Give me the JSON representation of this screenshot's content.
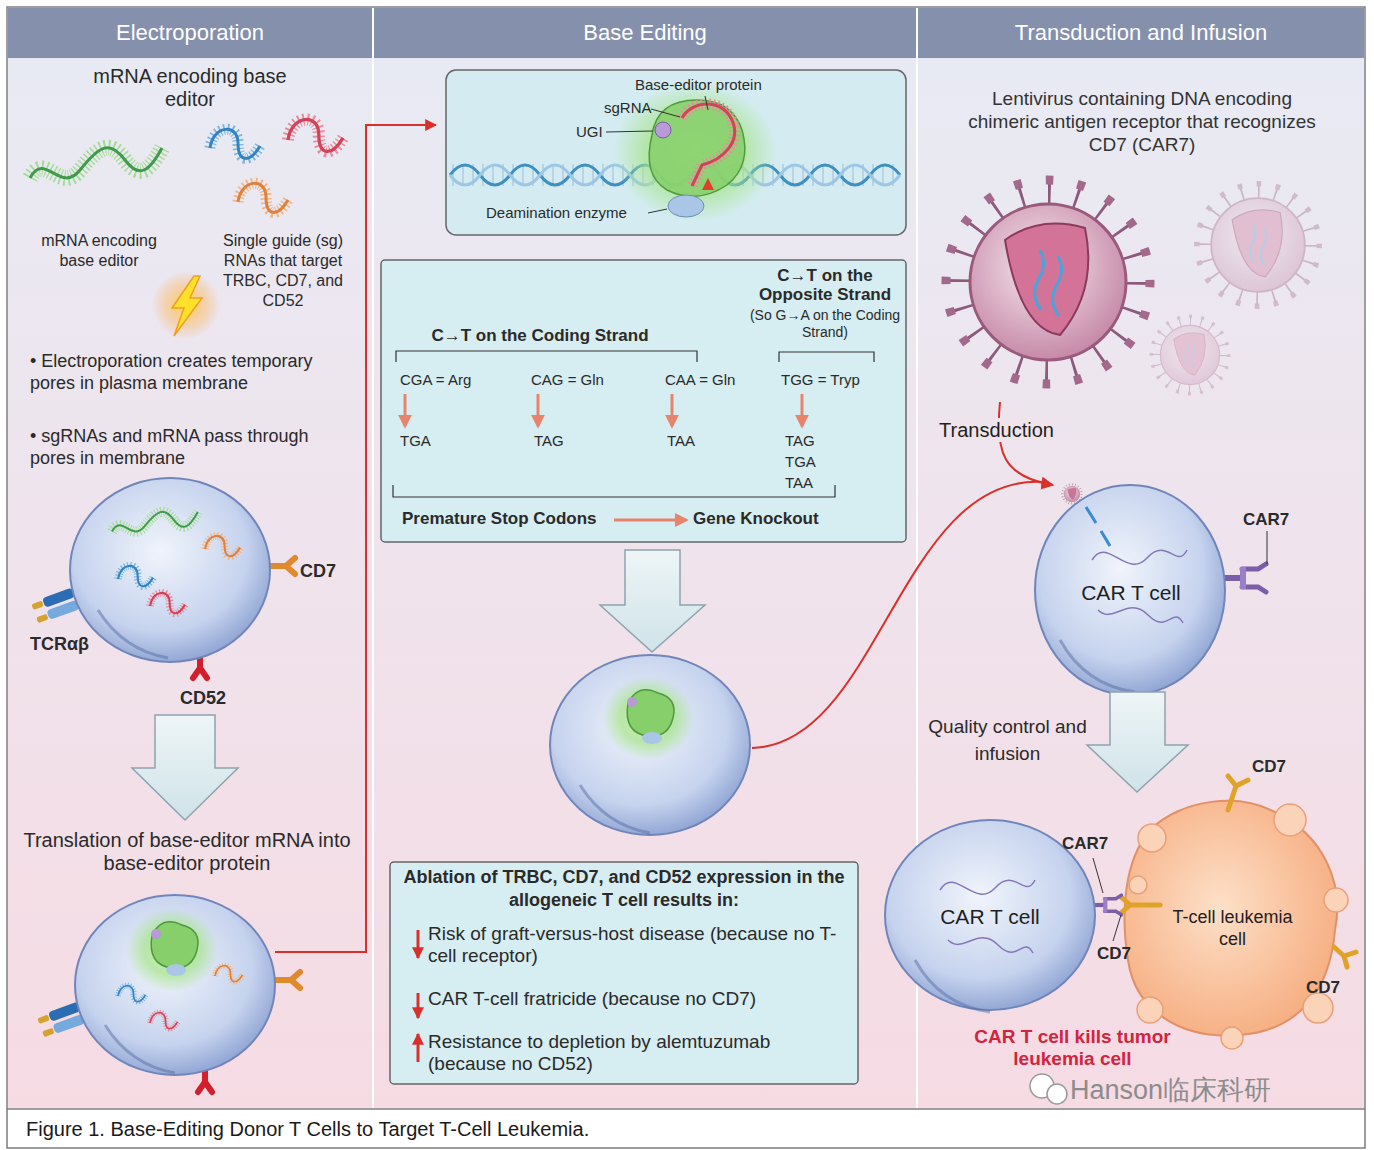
{
  "diagram": {
    "caption": "Figure 1. Base-Editing Donor T Cells to Target T-Cell Leukemia.",
    "nodes": [
      {
        "text": [
          "Electroporation"
        ]
      },
      {
        "text": [
          "Base Editing"
        ]
      },
      {
        "text": [
          "Base-editor protein",
          "sgRNA",
          "UGI",
          "Deamination enzyme"
        ],
        "in": 1
      },
      {
        "text": [
          "C→T on the Coding Strand",
          "C→T on the Opposite Strand",
          "(So G→A on the Coding Strand)",
          "CGA = Arg",
          "CAG = Gln",
          "CAA = Gln",
          "TGG = Tryp",
          "TGA",
          "TAG",
          "TAA",
          "TAG",
          "TGA",
          "TAA",
          "Premature Stop Codons",
          "Gene Knockout"
        ],
        "in": 1
      },
      {
        "text": [
          "Ablation of TRBC, CD7, and CD52 expression in the allogeneic T cell results in:",
          "Risk of graft-versus-host disease (because no T-cell receptor)",
          "CAR T-cell fratricide (because no CD7)",
          "Resistance to depletion by alemtuzumab (because no CD52)"
        ],
        "in": 1
      },
      {
        "text": [
          "Transduction and Infusion"
        ]
      },
      {
        "text": [
          "Lentivirus containing DNA encoding chimeric antigen receptor that recognizes CD7 (CAR7)"
        ],
        "in": 5
      },
      {
        "text": [
          "CAR T cell"
        ],
        "in": 5
      },
      {
        "text": [
          "CAR T cell"
        ],
        "in": 5
      },
      {
        "text": [
          "T-cell leukemia cell"
        ],
        "in": 5
      }
    ],
    "edges": [
      {
        "from": 6,
        "to": 7,
        "arrow": "to",
        "label": "Transduction"
      }
    ],
    "labels": [
      "mRNA encoding base editor",
      "mRNA encoding base editor",
      "Single guide (sg) RNAs that target TRBC, CD7, and CD52",
      "• Electroporation creates temporary pores in plasma membrane",
      "• sgRNAs and mRNA pass through pores in membrane",
      "CD7",
      "TCRαβ",
      "CD52",
      "Translation of base-editor mRNA into base-editor protein",
      "CAR7",
      "Quality control and infusion",
      "CD7",
      "CAR7",
      "CD7",
      "CD7",
      "CAR T cell kills tumor leukemia cell",
      "Hanson临床科研"
    ]
  }
}
